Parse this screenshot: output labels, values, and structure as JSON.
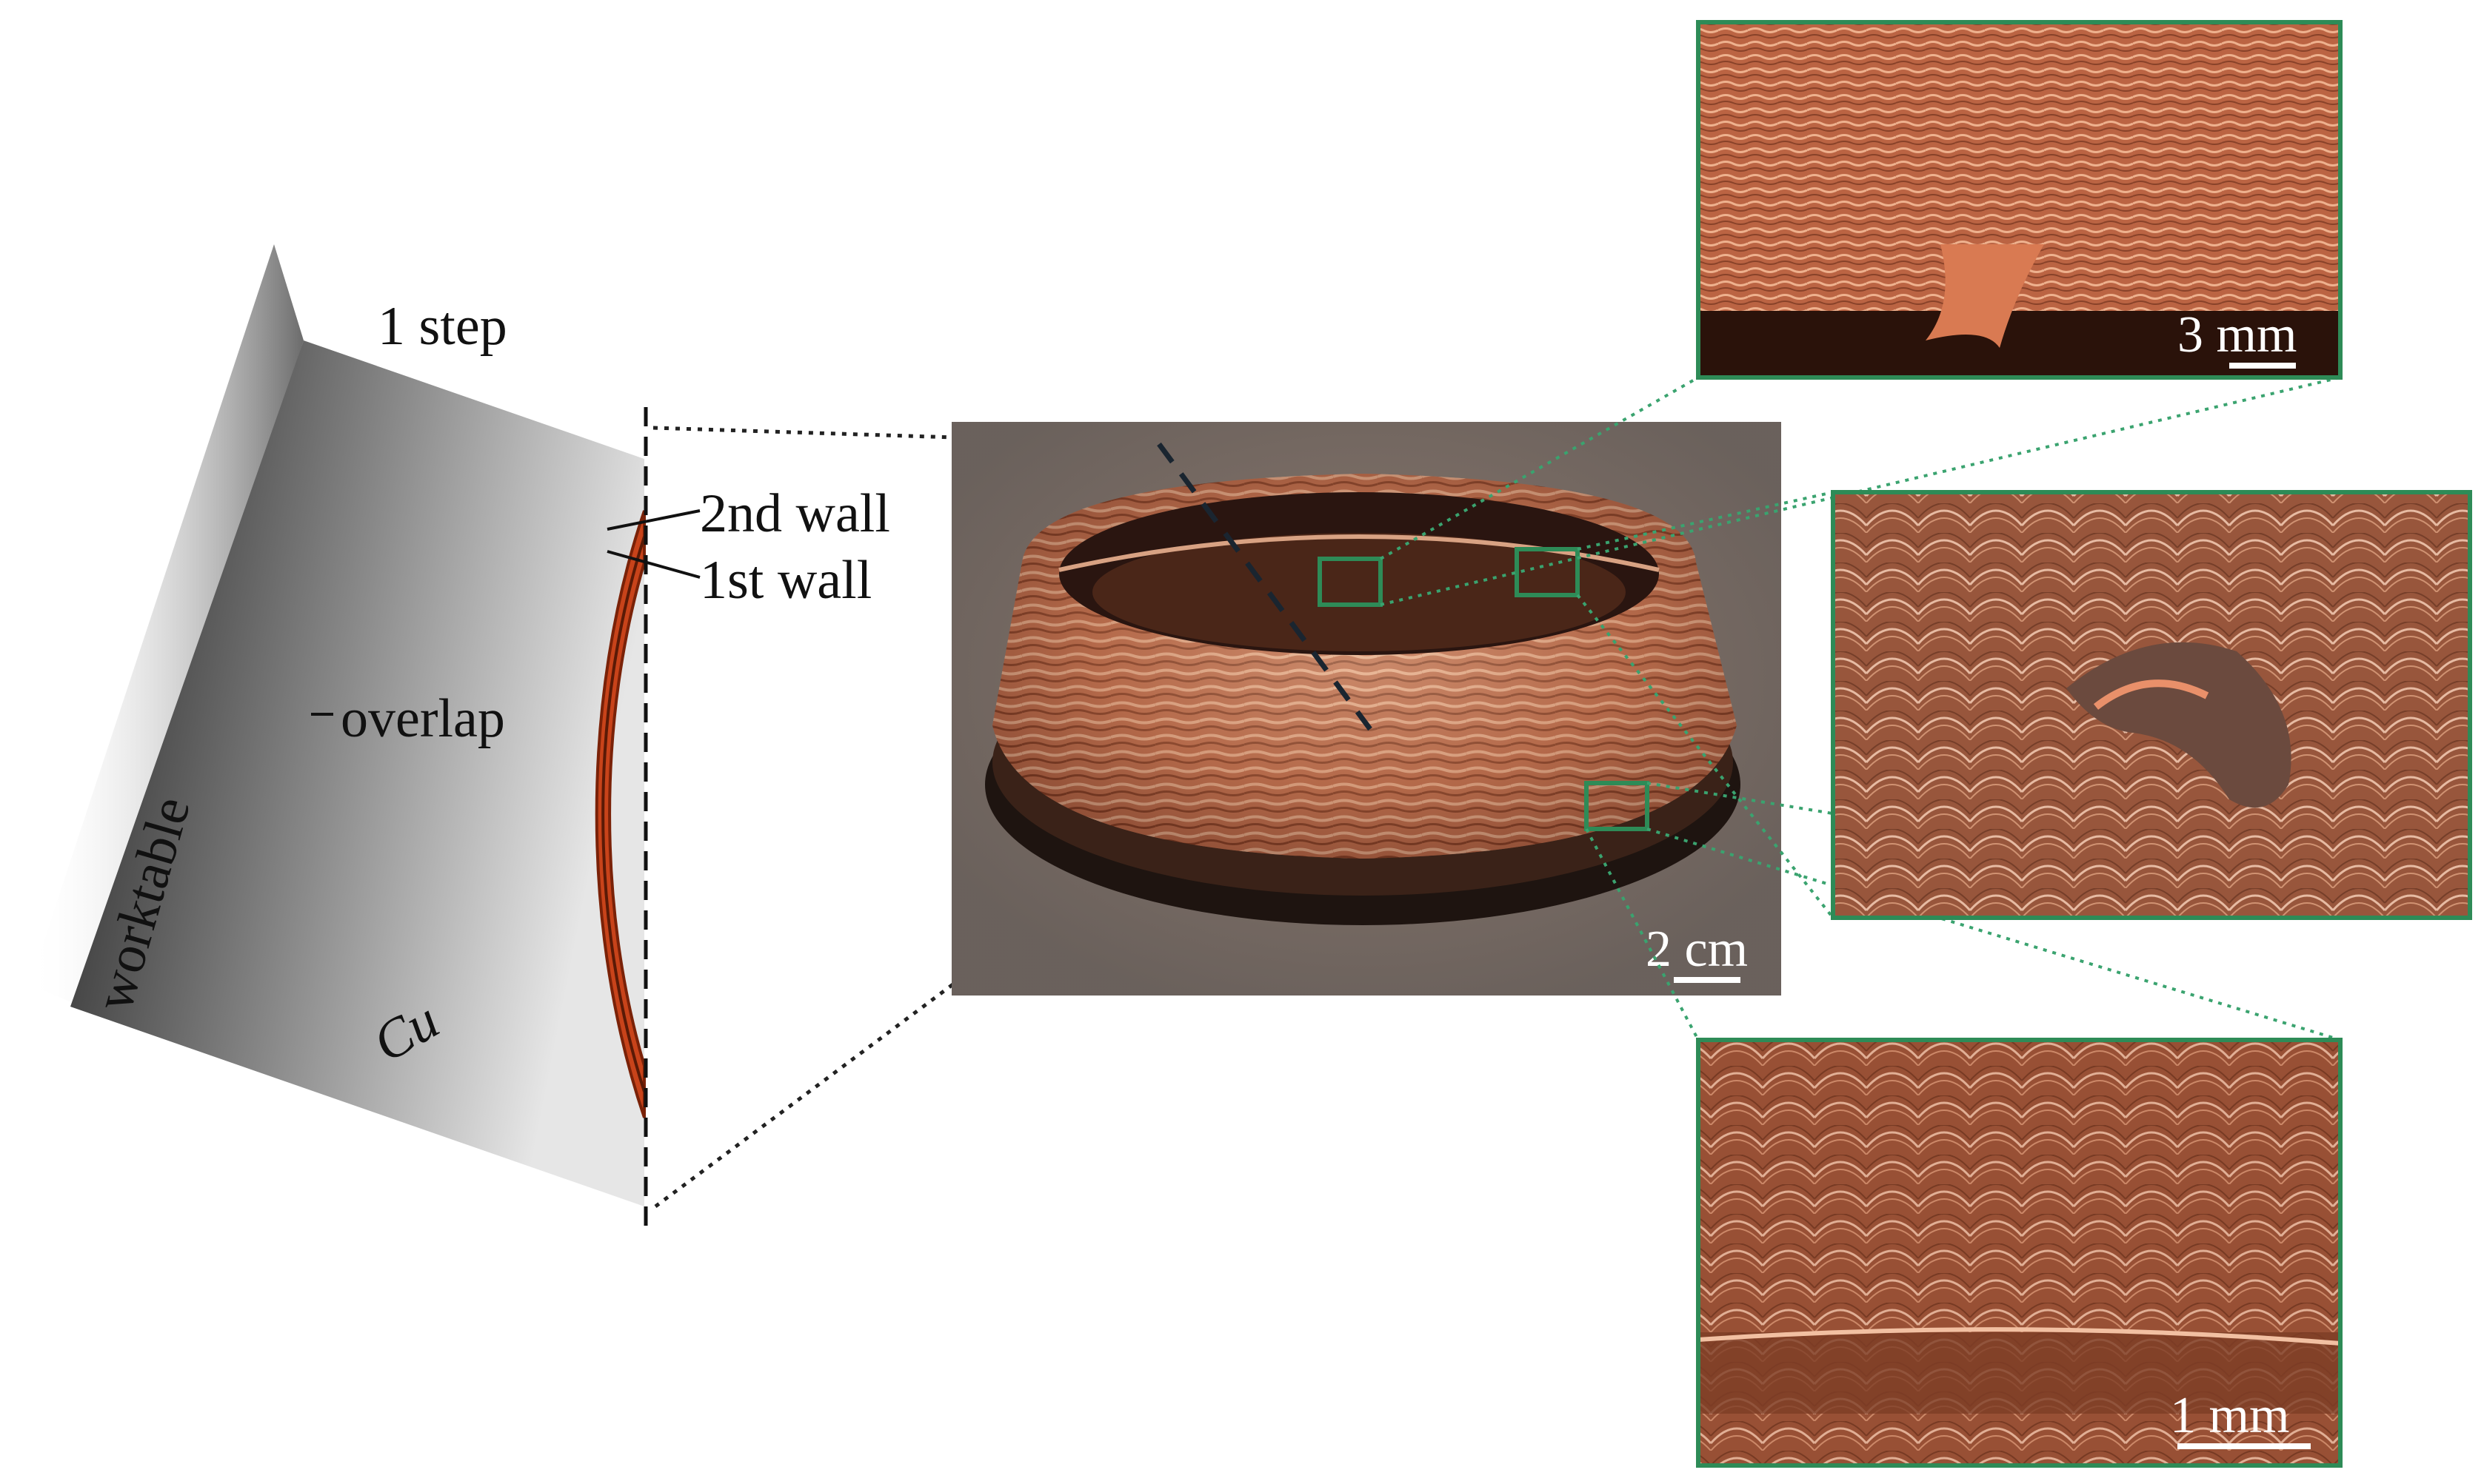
{
  "diagram": {
    "labels": {
      "step": "1 step",
      "wall2": "2nd wall",
      "wall1": "1st wall",
      "overlap": "overlap",
      "cu": "Cu",
      "worktable": "worktable"
    },
    "scale_bars": {
      "main": "2 cm",
      "top": "3 mm",
      "bottom": "1 mm"
    },
    "colors": {
      "copper": "#c8431a",
      "frame": "#2e8b57",
      "connector": "#3aa36f"
    }
  }
}
